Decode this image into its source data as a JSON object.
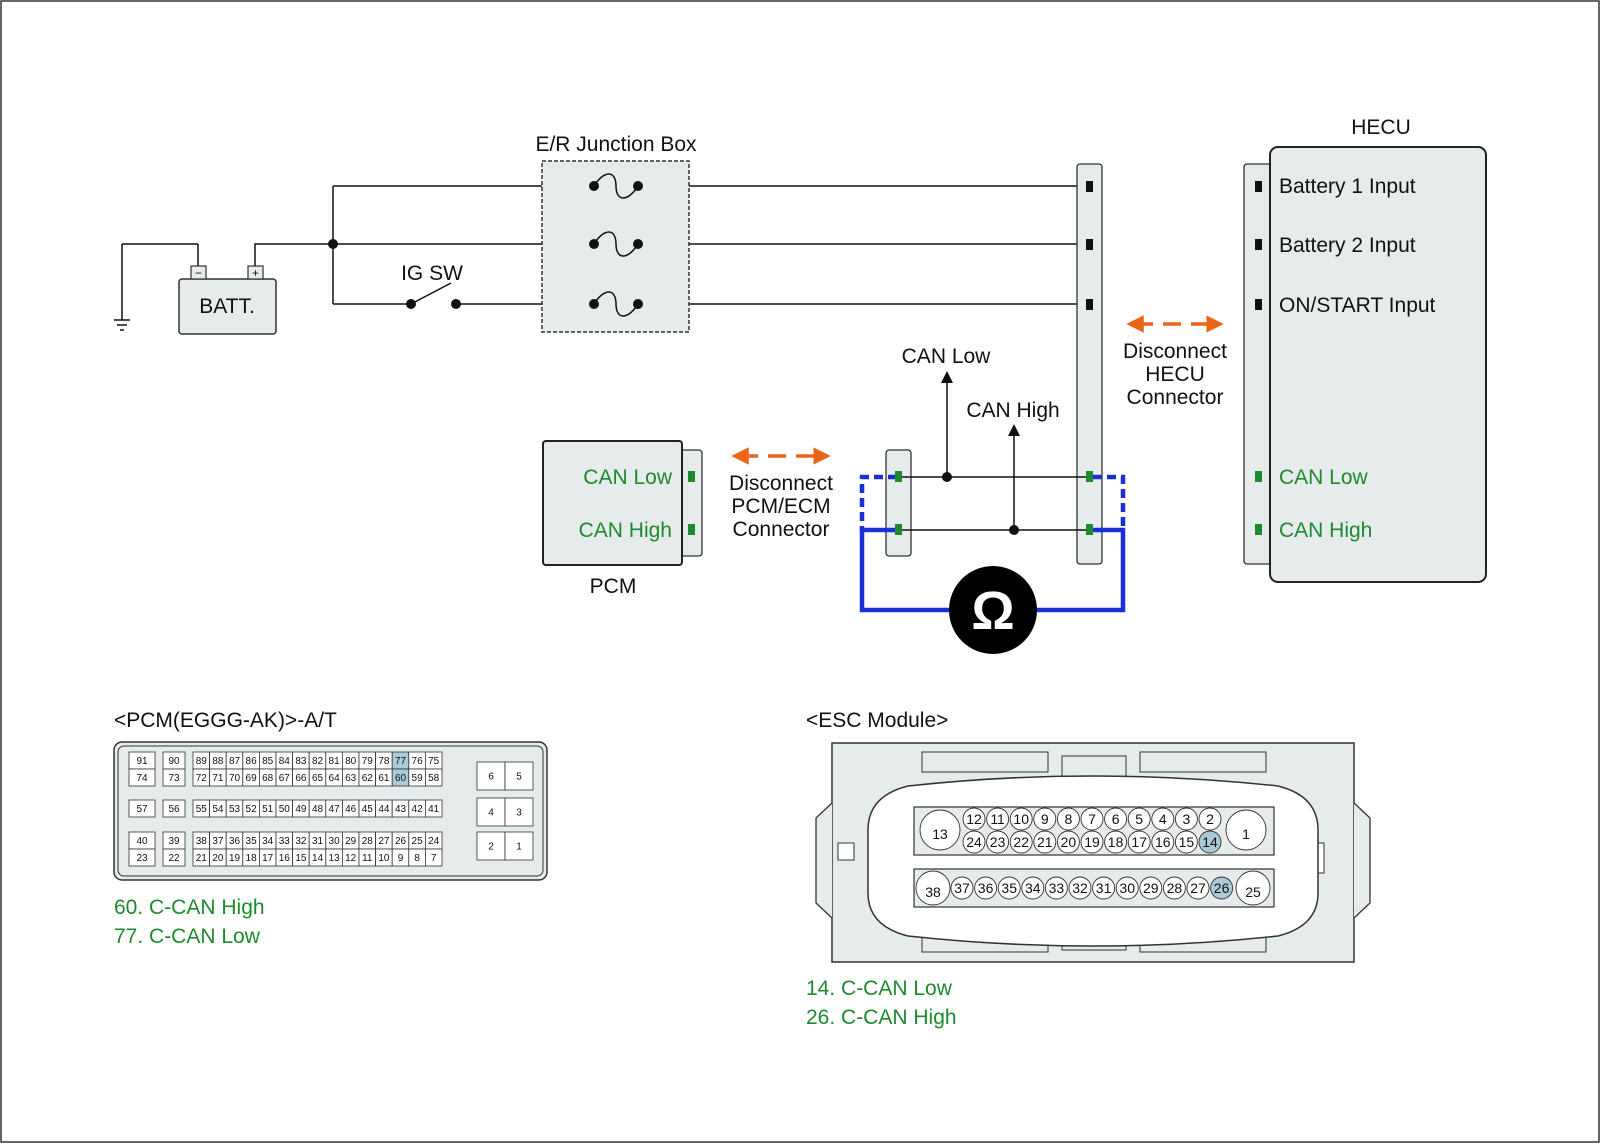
{
  "colors": {
    "accent_green": "#1e8a2e",
    "meter_blue": "#1a2fd6",
    "arrow_orange": "#e8651a",
    "pin_highlight": "#a9cbd9",
    "box_fill": "#e6ebeb"
  },
  "diagram": {
    "junction_box_label": "E/R Junction Box",
    "battery_label": "BATT.",
    "battery_minus": "−",
    "battery_plus": "+",
    "ig_switch_label": "IG SW",
    "hecu_title": "HECU",
    "hecu_pins": [
      "Battery 1 Input",
      "Battery 2 Input",
      "ON/START Input"
    ],
    "hecu_can_low": "CAN Low",
    "hecu_can_high": "CAN High",
    "pcm_title": "PCM",
    "pcm_can_low": "CAN Low",
    "pcm_can_high": "CAN High",
    "can_low_arrow_label": "CAN Low",
    "can_high_arrow_label": "CAN High",
    "disconnect_hecu": [
      "Disconnect",
      "HECU",
      "Connector"
    ],
    "disconnect_pcm": [
      "Disconnect",
      "PCM/ECM",
      "Connector"
    ],
    "ohm_symbol": "Ω",
    "meter_icon": "ohmmeter-icon",
    "ground_icon": "ground-icon"
  },
  "pcm_connector": {
    "title": "<PCM(EGGG-AK)>-A/T",
    "highlighted_pins": [
      "77",
      "60"
    ],
    "legend": [
      "60. C-CAN High",
      "77. C-CAN Low"
    ]
  },
  "esc_connector": {
    "title": "<ESC Module>",
    "highlighted_pins": [
      "14",
      "26"
    ],
    "legend": [
      "14. C-CAN Low",
      "26. C-CAN High"
    ]
  }
}
